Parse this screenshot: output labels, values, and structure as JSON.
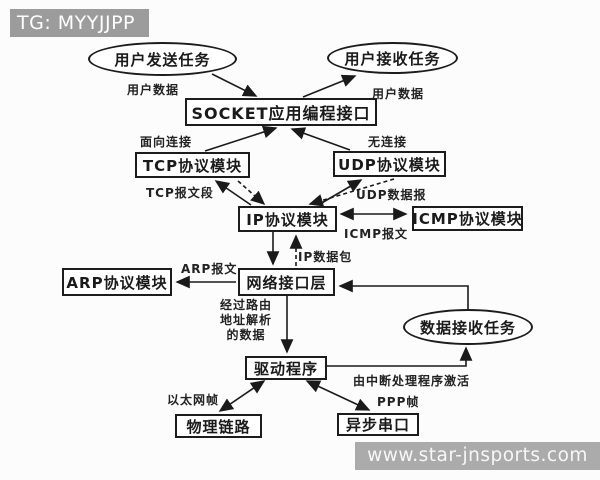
{
  "header": {
    "tag": "TG: MYYJJPP"
  },
  "watermark": {
    "text": "www.star-jnsports.com"
  },
  "diagram": {
    "title_hint": "TCP/IP protocol stack data-flow diagram (Chinese)",
    "nodes": {
      "send_task": "用户发送任务",
      "recv_task": "用户接收任务",
      "socket": "SOCKET应用编程接口",
      "tcp": "TCP协议模块",
      "udp": "UDP协议模块",
      "ip": "IP协议模块",
      "icmp": "ICMP协议模块",
      "netif": "网络接口层",
      "arp": "ARP协议模块",
      "data_recv": "数据接收任务",
      "driver": "驱动程序",
      "phys": "物理链路",
      "serial": "异步串口"
    },
    "edge_labels": {
      "user_data_left": "用户数据",
      "user_data_right": "用户数据",
      "conn_oriented": "面向连接",
      "connectionless": "无连接",
      "tcp_segment": "TCP报文段",
      "udp_datagram": "UDP数据报",
      "icmp_msg": "ICMP报文",
      "ip_packet": "IP数据包",
      "arp_msg": "ARP报文",
      "routed_line1": "经过路由",
      "routed_line2": "地址解析",
      "routed_line3": "的数据",
      "interrupt": "由中断处理程序激活",
      "ethernet_frame": "以太网帧",
      "ppp_frame": "PPP帧"
    },
    "colors": {
      "line": "#1a1a1a",
      "box_border": "#1c1c1c",
      "box_bg": "#ffffff",
      "text": "#1a1a1a",
      "header_bg": "#9c9c9c",
      "watermark_bg": "#ababab",
      "page_bg": "#fcfcfc"
    }
  }
}
